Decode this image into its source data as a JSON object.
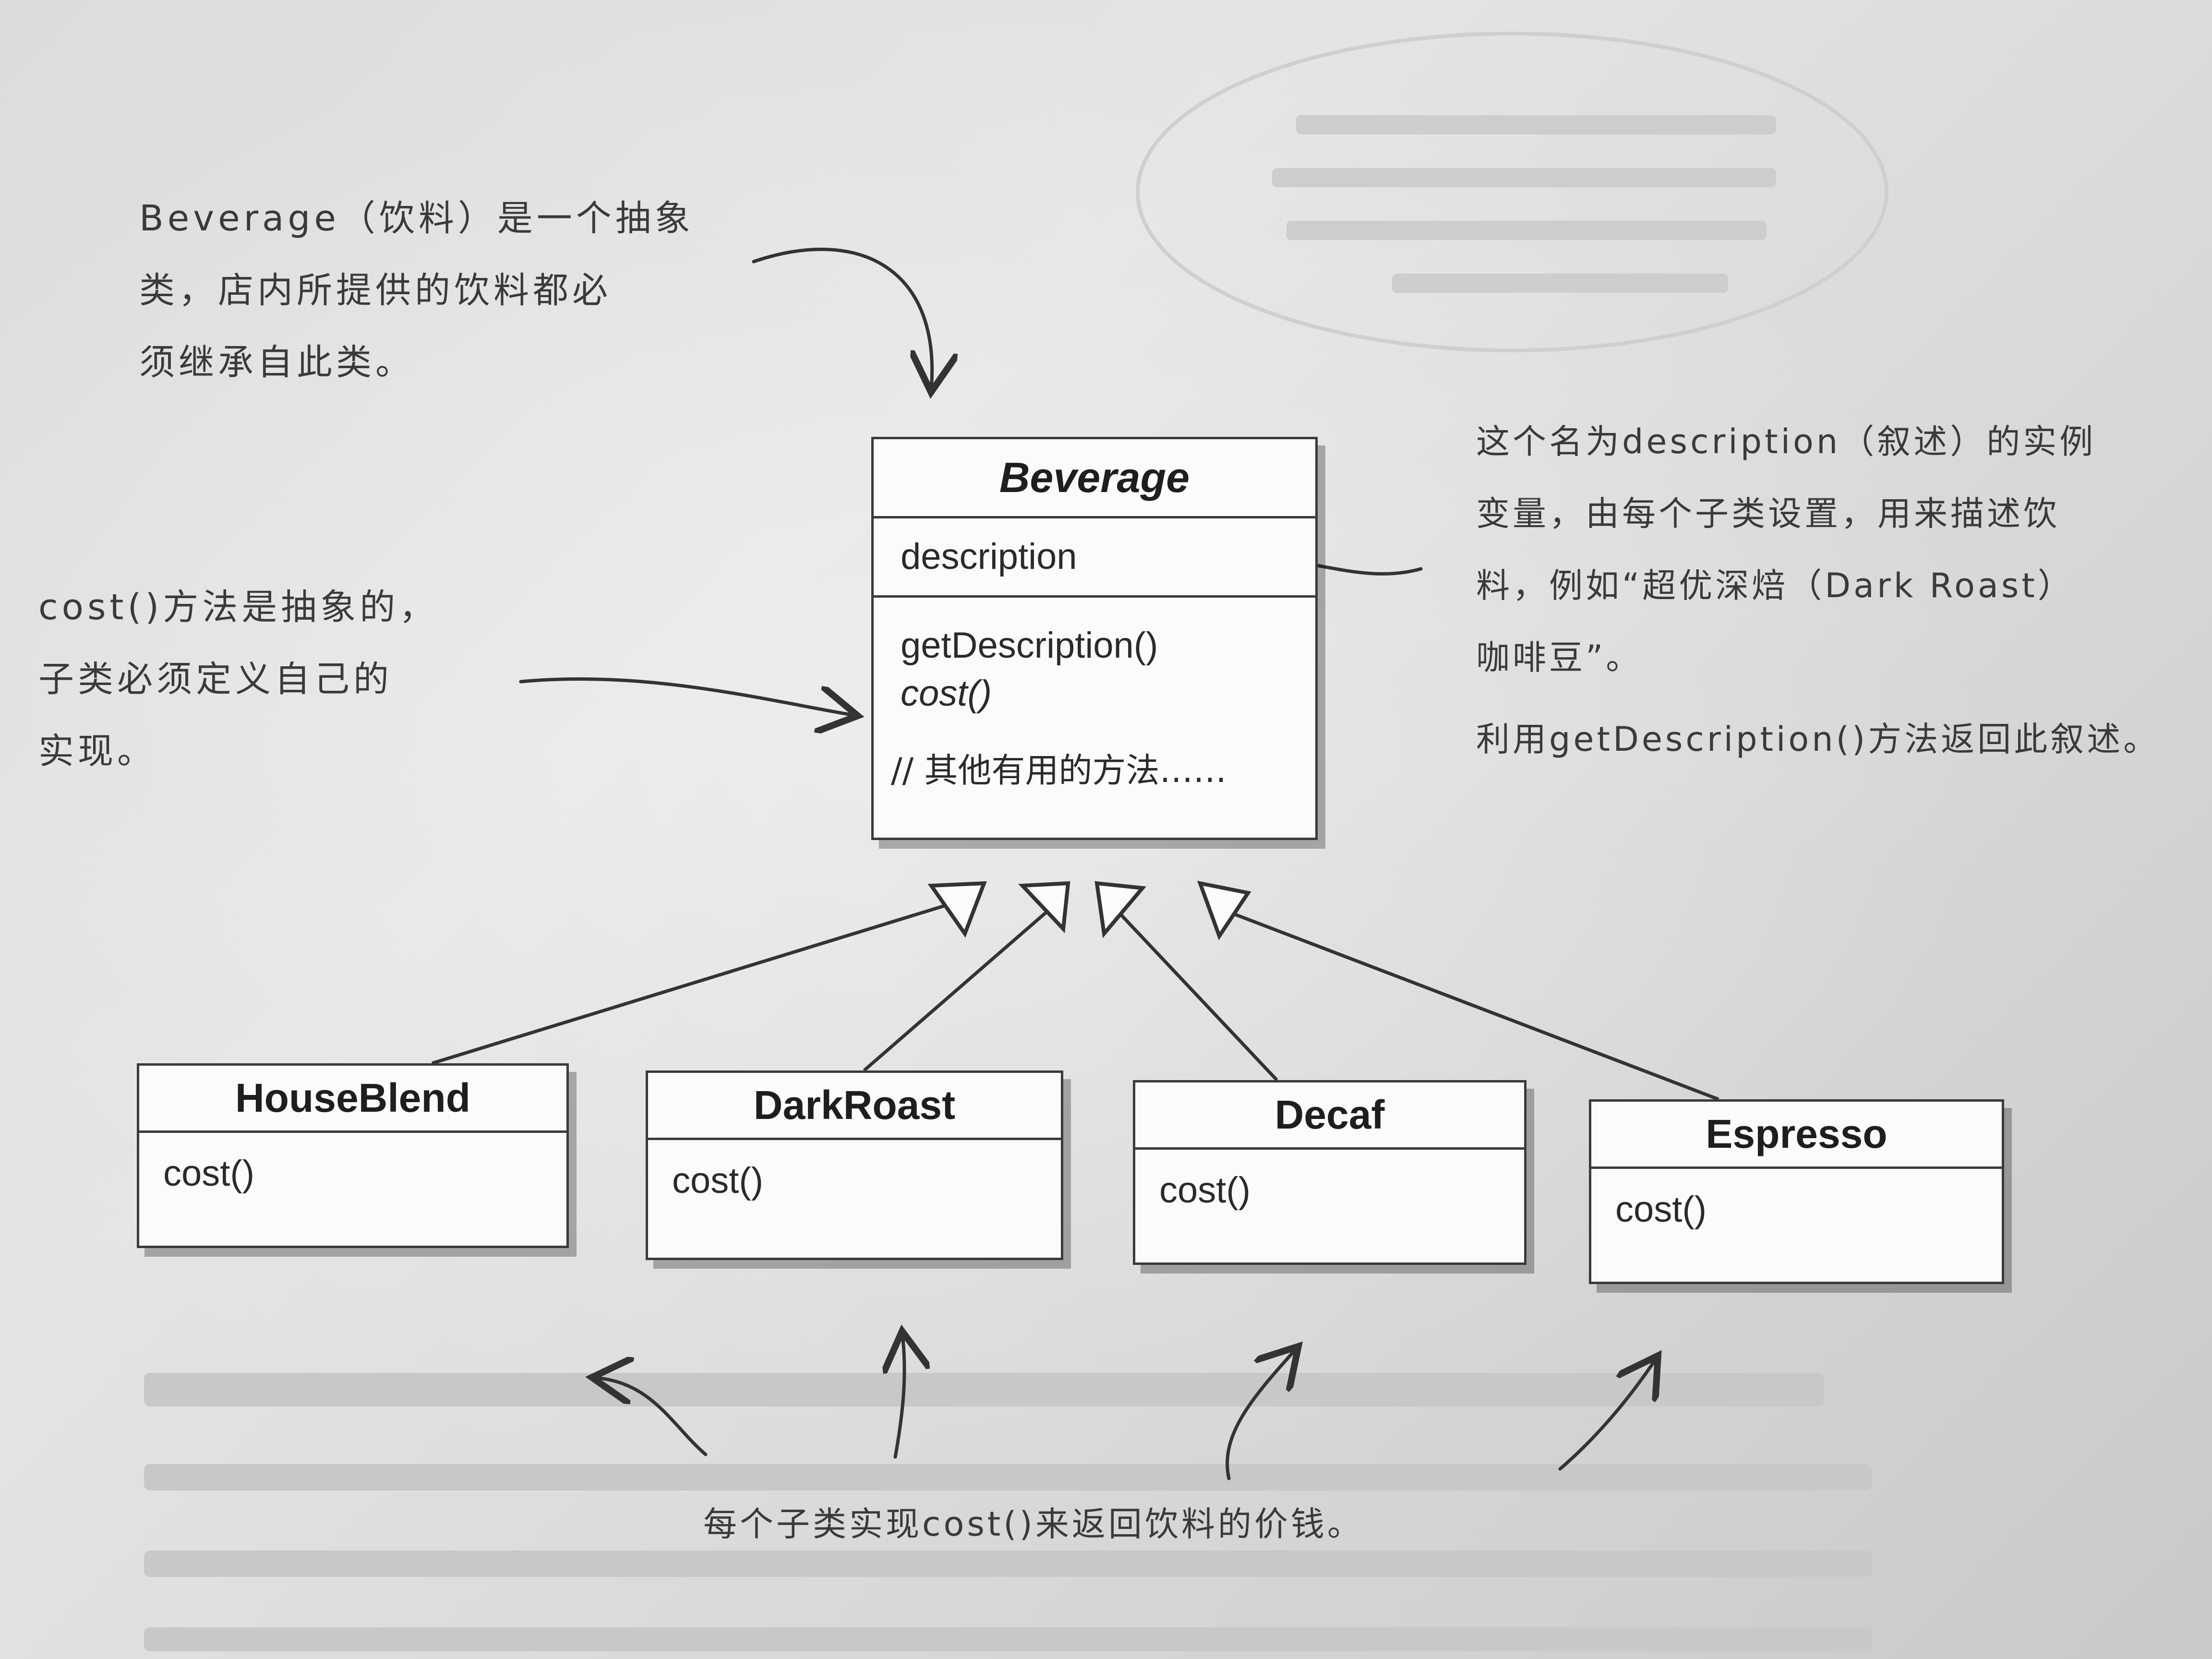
{
  "beverage": {
    "name": "Beverage",
    "attribute": "description",
    "methods": [
      "getDescription()",
      "cost()"
    ],
    "other": "// 其他有用的方法……"
  },
  "subclasses": [
    {
      "name": "HouseBlend",
      "method": "cost()"
    },
    {
      "name": "DarkRoast",
      "method": "cost()"
    },
    {
      "name": "Decaf",
      "method": "cost()"
    },
    {
      "name": "Espresso",
      "method": "cost()"
    }
  ],
  "notes": {
    "abstract_class": [
      "Beverage（饮料）是一个抽象",
      "类，店内所提供的饮料都必",
      "须继承自此类。"
    ],
    "cost_abstract": [
      "cost()方法是抽象的，",
      "子类必须定义自己的",
      "实现。"
    ],
    "description_var": [
      "这个名为description（叙述）的实例",
      "变量，由每个子类设置，用来描述饮",
      "料，例如“超优深焙（Dark Roast）",
      "咖啡豆”。"
    ],
    "get_description": "利用getDescription()方法返回此叙述。",
    "subclass_cost": "每个子类实现cost()来返回饮料的价钱。"
  },
  "colors": {
    "ink": "#2a2a2a",
    "paper": "#e0e0e0",
    "box": "#fbfbfb"
  }
}
